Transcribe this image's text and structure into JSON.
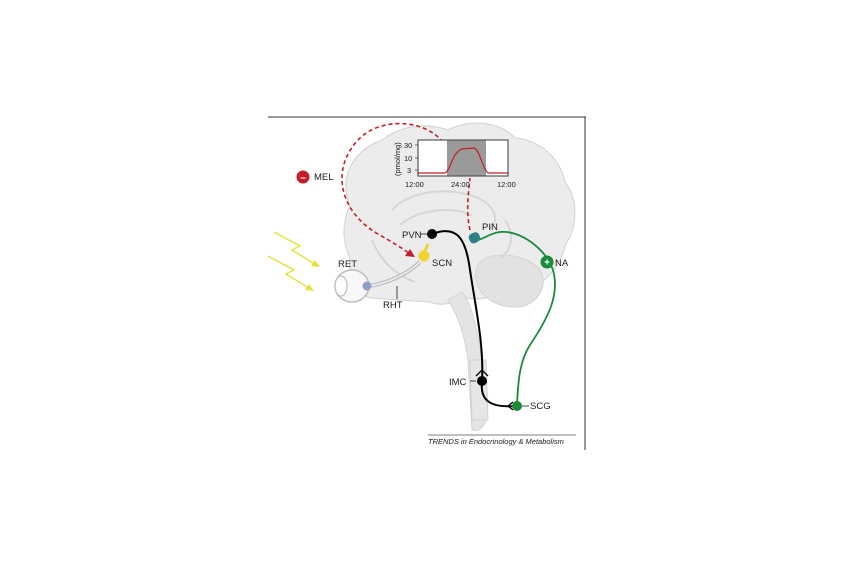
{
  "labels": {
    "mel": "MEL",
    "na": "NA",
    "pin": "PIN",
    "pvn": "PVN",
    "scn": "SCN",
    "ret": "RET",
    "rht": "RHT",
    "imc": "IMC",
    "scg": "SCG"
  },
  "signs": {
    "mel": "–",
    "na": "+"
  },
  "inset": {
    "ylabel": "(pmol/mg)",
    "yticks": [
      "30",
      "10",
      "3"
    ],
    "xticks": [
      "12:00",
      "24:00",
      "12:00"
    ]
  },
  "caption": "TRENDS in Endocrinology & Metabolism",
  "colors": {
    "melatonin_path": "#c41e2a",
    "sympathetic_path": "#1a8a3a",
    "neural_path": "#000000",
    "scn": "#f2d22e",
    "light": "#e6e23a",
    "retina_cell": "#8fa0c8",
    "pineal": "#2f7f86",
    "brain": "#ececec"
  }
}
